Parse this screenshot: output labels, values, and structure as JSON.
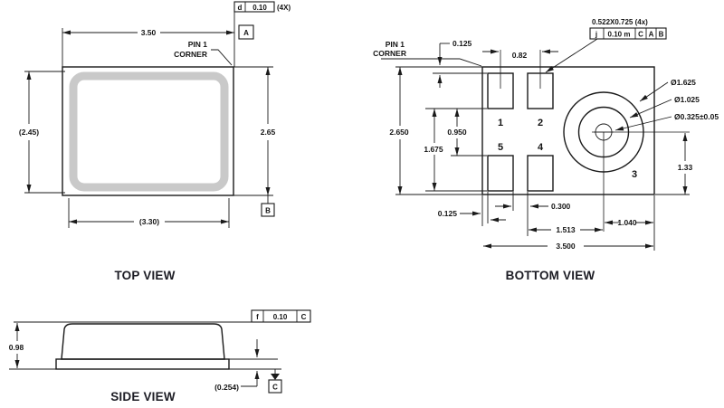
{
  "titles": {
    "top": "TOP VIEW",
    "bottom": "BOTTOM VIEW",
    "side": "SIDE VIEW"
  },
  "top_view": {
    "pin1_line1": "PIN 1",
    "pin1_line2": "CORNER",
    "dim_width": "3.50",
    "dim_height_right": "2.65",
    "dim_height_left": "(2.45)",
    "dim_width_inner": "(3.30)",
    "fcf": {
      "sym": "d",
      "tol": "0.10",
      "count": "(4X)"
    },
    "datum_a": "A",
    "datum_b": "B"
  },
  "bottom_view": {
    "pin1_line1": "PIN 1",
    "pin1_line2": "CORNER",
    "pad_note": "0.522X0.725 (4x)",
    "fcf": {
      "sym": "j",
      "tol": "0.10 m",
      "d1": "C",
      "d2": "A",
      "d3": "B"
    },
    "dims": {
      "inset_top": "0.125",
      "pad_pitch": "0.82",
      "height": "2.650",
      "row_gap": "0.950",
      "row_span": "1.675",
      "inset_left": "0.125",
      "pad_gap": "0.300",
      "center_to_edge": "1.040",
      "pad_to_center": "1.513",
      "width": "3.500",
      "center_to_bottom": "1.33"
    },
    "circle": {
      "outer": "Ø1.625",
      "middle": "Ø1.025",
      "hole": "Ø0.325±0.05"
    },
    "pins": {
      "p1": "1",
      "p2": "2",
      "p3": "3",
      "p4": "4",
      "p5": "5"
    }
  },
  "side_view": {
    "fcf": {
      "sym": "f",
      "tol": "0.10",
      "datum": "C"
    },
    "dims": {
      "height": "0.98",
      "base_thickness": "(0.254)"
    },
    "datum_c": "C"
  },
  "colors": {
    "line": "#1a1a1a",
    "lid_gray": "#c9c9c9"
  }
}
